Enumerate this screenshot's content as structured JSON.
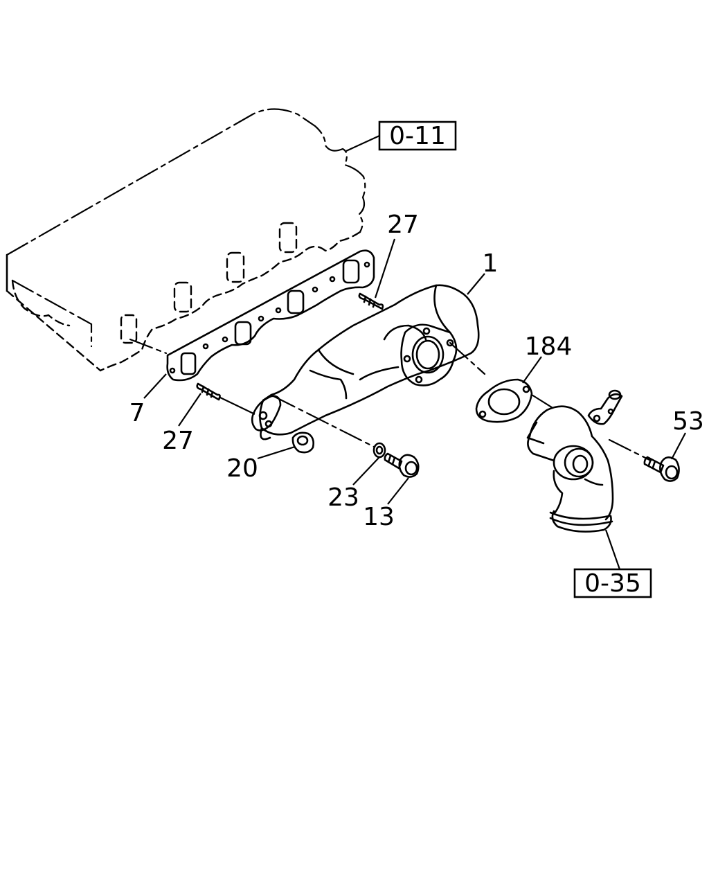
{
  "colors": {
    "background": "#ffffff",
    "ink": "#000000"
  },
  "references": {
    "cylinder_head": "0-11",
    "hose": "0-35"
  },
  "callouts": {
    "manifold": "1",
    "gasket": "7",
    "stud_upper": "27",
    "stud_lower": "27",
    "nut": "20",
    "washer": "23",
    "bolt_13": "13",
    "flange_gasket": "184",
    "bolt_53": "53"
  }
}
